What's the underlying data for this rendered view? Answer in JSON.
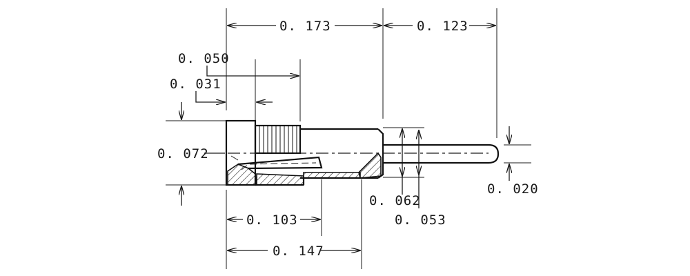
{
  "dimensions": {
    "overall_length": "0. 173",
    "pin_length": "0. 123",
    "knurl_start": "0. 050",
    "shoulder_width": "0. 031",
    "body_height": "0. 072",
    "inner_diameter": "0. 062",
    "flange_diameter": "0. 053",
    "pin_diameter": "0. 020",
    "hatch_length": "0. 103",
    "body_length": "0. 147"
  }
}
